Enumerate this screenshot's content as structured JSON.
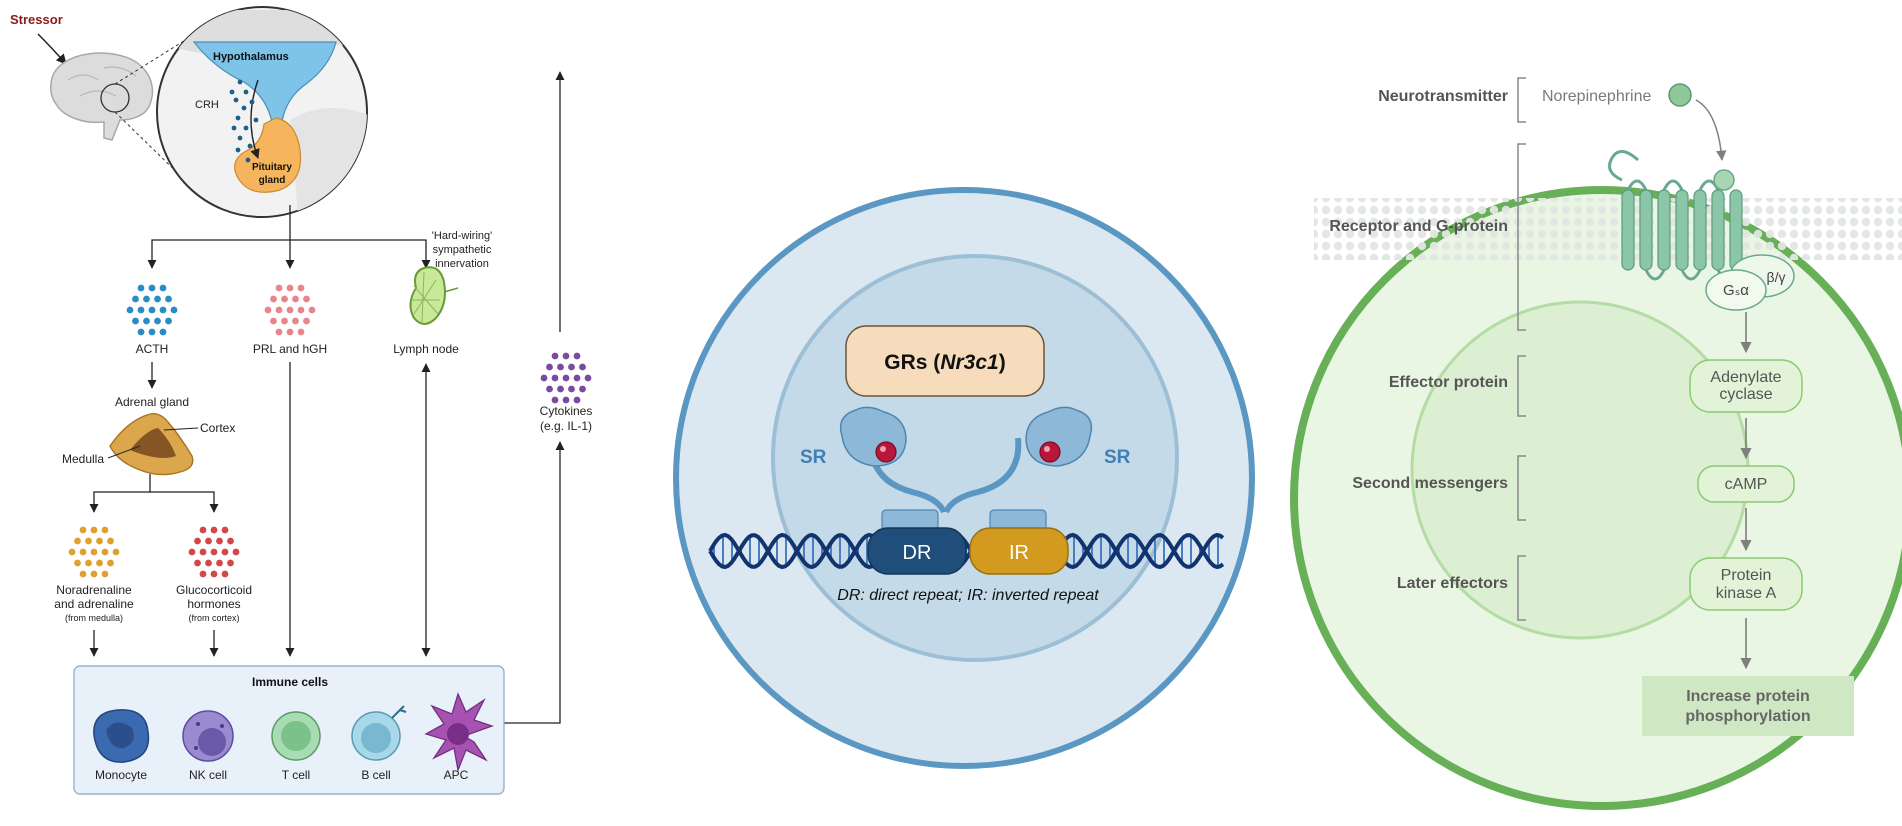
{
  "left_panel": {
    "stressor": "Stressor",
    "hypothalamus": "Hypothalamus",
    "crh": "CRH",
    "pituitary_line1": "Pituitary",
    "pituitary_line2": "gland",
    "hard_wiring_line1": "'Hard-wiring'",
    "hard_wiring_line2": "sympathetic",
    "hard_wiring_line3": "innervation",
    "acth": "ACTH",
    "prl": "PRL and hGH",
    "lymph_node": "Lymph node",
    "cytokines_line1": "Cytokines",
    "cytokines_line2": "(e.g. IL-1)",
    "adrenal_gland": "Adrenal gland",
    "cortex": "Cortex",
    "medulla": "Medulla",
    "noradrenaline_line1": "Noradrenaline",
    "noradrenaline_line2": "and adrenaline",
    "noradrenaline_source": "(from medulla)",
    "glucocorticoid_line1": "Glucocorticoid",
    "glucocorticoid_line2": "hormones",
    "glucocorticoid_source": "(from cortex)",
    "immune_cells_title": "Immune cells",
    "cells": [
      "Monocyte",
      "NK cell",
      "T cell",
      "B cell",
      "APC"
    ]
  },
  "middle_panel": {
    "gr_prefix": "GRs (",
    "gr_gene": "Nr3c1",
    "gr_suffix": ")",
    "sr_left": "SR",
    "sr_right": "SR",
    "dr": "DR",
    "ir": "IR",
    "caption": "DR: direct repeat; IR: inverted repeat"
  },
  "right_panel": {
    "levels": [
      "Neurotransmitter",
      "Receptor and G-protein",
      "Effector protein",
      "Second messengers",
      "Later effectors"
    ],
    "norepinephrine": "Norepinephrine",
    "gs_alpha": "Gₛα",
    "beta_gamma": "β/γ",
    "adenylate_line1": "Adenylate",
    "adenylate_line2": "cyclase",
    "camp": "cAMP",
    "pka_line1": "Protein",
    "pka_line2": "kinase A",
    "increase_line1": "Increase protein",
    "increase_line2": "phosphorylation"
  },
  "colors": {
    "acth_dots": "#2a8cc4",
    "prl_dots": "#e8858a",
    "noradrenaline_dots": "#e0a030",
    "glucocorticoid_dots": "#d24848",
    "cytokine_dots": "#7a4aa0",
    "hypothalamus": "#7ec3e8",
    "pituitary": "#f6b55c",
    "stressor": "#8b1a1a",
    "middle_circle": "#5a97c2",
    "dr_box": "#1f4e7a",
    "ir_box": "#d29a1f",
    "gr_box": "#f6dcbc",
    "right_circle": "#67b057"
  }
}
